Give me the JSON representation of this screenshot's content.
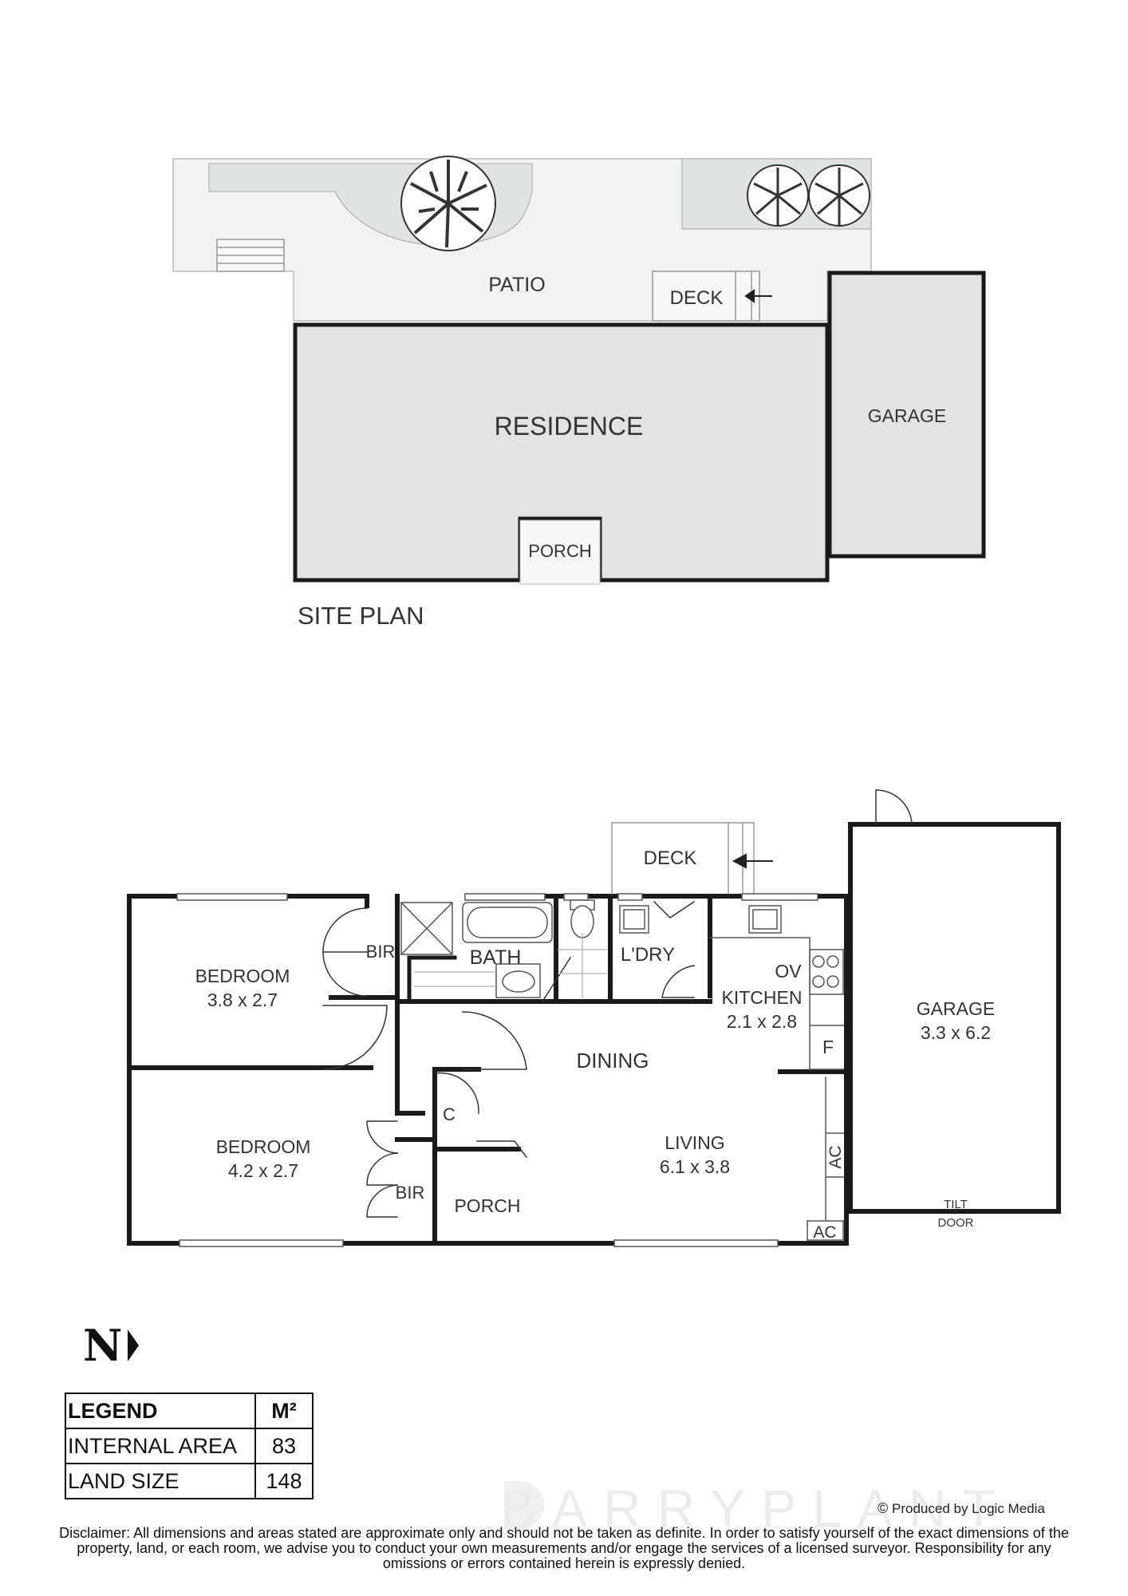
{
  "site_plan": {
    "title": "SITE PLAN",
    "labels": {
      "patio": "PATIO",
      "deck": "DECK",
      "residence": "RESIDENCE",
      "garage": "GARAGE",
      "porch": "PORCH"
    }
  },
  "floor_plan": {
    "rooms": {
      "bedroom1_name": "BEDROOM",
      "bedroom1_dim": "3.8 x 2.7",
      "bedroom2_name": "BEDROOM",
      "bedroom2_dim": "4.2 x 2.7",
      "bir1": "BIR",
      "bir2": "BIR",
      "bath": "BATH",
      "laundry": "L'DRY",
      "ov": "OV",
      "kitchen_name": "KITCHEN",
      "kitchen_dim": "2.1 x 2.8",
      "fridge": "F",
      "dining": "DINING",
      "living_name": "LIVING",
      "living_dim": "6.1 x 3.8",
      "cupboard": "C",
      "porch": "PORCH",
      "deck": "DECK",
      "garage_name": "GARAGE",
      "garage_dim": "3.3 x 6.2",
      "tilt": "TILT",
      "door": "DOOR",
      "ac1": "AC",
      "ac2": "AC"
    }
  },
  "north": {
    "label": "N",
    "icon": "north-arrow-icon"
  },
  "legend": {
    "header": {
      "label": "LEGEND",
      "unit": "M²"
    },
    "rows": [
      {
        "label": "INTERNAL AREA",
        "value": "83"
      },
      {
        "label": "LAND SIZE",
        "value": "148"
      }
    ]
  },
  "watermark": "BARRYPLANT",
  "credit": {
    "symbol": "©",
    "text": "Produced by Logic Media"
  },
  "disclaimer": "Disclaimer: All dimensions and areas stated are approximate only and should not be taken as definite. In order to satisfy yourself of the exact dimensions of the property, land, or each room, we advise you to conduct your own measurements and/or engage the services of a licensed surveyor. Responsibility for any omissions or errors contained herein is expressly denied.",
  "colors": {
    "wall": "#1a1a1a",
    "fill": "#e2e4e4",
    "patio": "#f1f2f2"
  }
}
